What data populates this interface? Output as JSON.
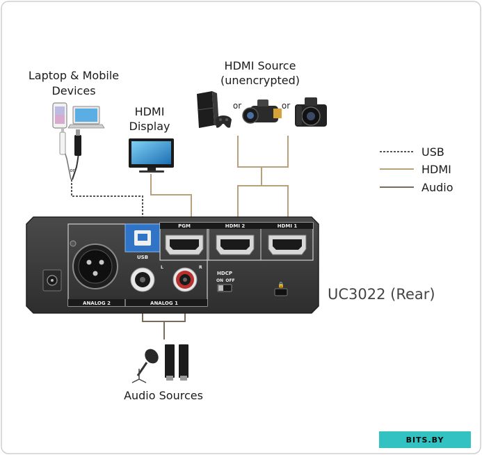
{
  "labels": {
    "laptop_line1": "Laptop & Mobile",
    "laptop_line2": "Devices",
    "display_line1": "HDMI",
    "display_line2": "Display",
    "source_line1": "HDMI Source",
    "source_line2": "(unencrypted)",
    "or1": "or",
    "or2": "or",
    "cable_or": "or",
    "audio_sources": "Audio Sources",
    "device_title": "UC3022 (Rear)"
  },
  "legend": [
    {
      "label": "USB",
      "style": "dashed",
      "color": "#555555"
    },
    {
      "label": "HDMI",
      "style": "solid",
      "color": "#b8a07a"
    },
    {
      "label": "Audio",
      "style": "solid",
      "color": "#7a6a58"
    }
  ],
  "panel": {
    "pgm": "PGM",
    "hdmi2": "HDMI 2",
    "hdmi1": "HDMI 1",
    "usb": "USB",
    "analog2": "ANALOG 2",
    "analog1": "ANALOG 1",
    "l": "L",
    "r": "R",
    "hdcp": "HDCP",
    "on": "ON",
    "off": "OFF"
  },
  "watermark": "BITS.BY",
  "colors": {
    "hdmi_cable": "#b8a07a",
    "audio_cable": "#7a6a58",
    "usb_cable": "#555555",
    "panel_body": "#3b3b3b",
    "usb_port": "#2f74c7",
    "watermark_bg": "#33c2c2"
  }
}
